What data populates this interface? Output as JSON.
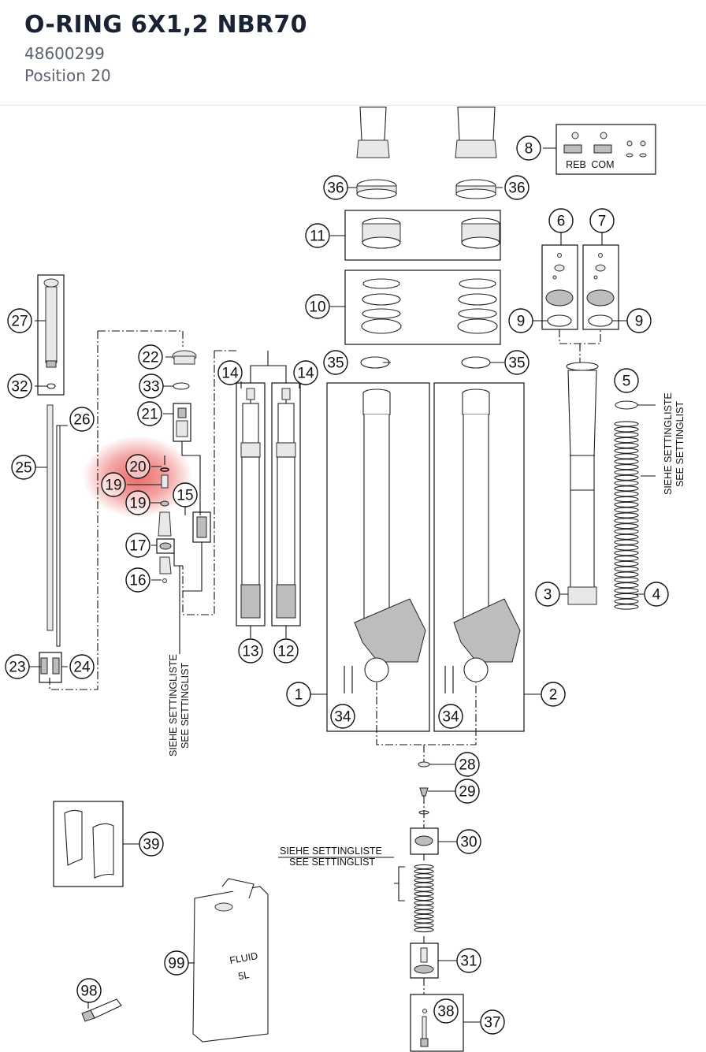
{
  "header": {
    "title": "O-RING 6X1,2 NBR70",
    "part_number": "48600299",
    "position": "Position 20"
  },
  "diagram": {
    "highlighted_position": "20",
    "highlight_color": "#e53935",
    "callouts": [
      "1",
      "2",
      "3",
      "4",
      "5",
      "6",
      "7",
      "8",
      "9",
      "9",
      "10",
      "11",
      "12",
      "13",
      "14",
      "14",
      "15",
      "16",
      "17",
      "19",
      "19",
      "20",
      "21",
      "22",
      "23",
      "24",
      "25",
      "26",
      "27",
      "28",
      "29",
      "30",
      "31",
      "32",
      "33",
      "34",
      "34",
      "35",
      "35",
      "36",
      "36",
      "37",
      "38",
      "39",
      "98",
      "99"
    ],
    "labels": {
      "reb": "REB",
      "com": "COM",
      "settingliste_de": "SIEHE SETTINGLISTE",
      "settinglist_en": "SEE SETTINGLIST",
      "fluid_line1": "FLUID",
      "fluid_line2": "5L"
    }
  }
}
